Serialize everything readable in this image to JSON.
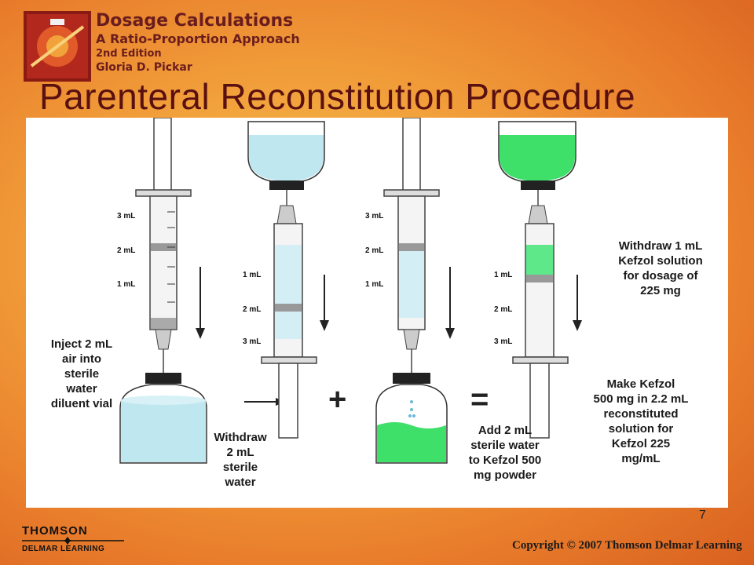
{
  "header": {
    "book_title": "Dosage Calculations",
    "book_subtitle": "A Ratio-Proportion Approach",
    "edition": "2nd Edition",
    "author": "Gloria D. Pickar"
  },
  "slide": {
    "title": "Parenteral Reconstitution Procedure",
    "page_number": "7"
  },
  "figure": {
    "step1_caption": "Inject 2 mL\nair into\nsterile\nwater\ndiluent vial",
    "step2_caption": "Withdraw\n2 mL\nsterile\nwater",
    "step3_caption": "Add 2 mL\nsterile water\nto Kefzol 500\nmg powder",
    "step4_caption": "Make Kefzol\n500 mg in 2.2 mL\nreconstituted\nsolution for\nKefzol 225\nmg/mL",
    "step5_caption": "Withdraw 1 mL\nKefzol solution\nfor dosage of\n225 mg",
    "syringe_labels": [
      "3 mL",
      "2 mL",
      "1 mL"
    ],
    "plus_sign": "+",
    "equals_sign": "=",
    "colors": {
      "water": "#bfe7f0",
      "kefzol": "#3ee06a"
    }
  },
  "footer": {
    "publisher_top": "THOMSON",
    "publisher_bottom": "DELMAR LEARNING",
    "copyright": "Copyright © 2007 Thomson Delmar Learning"
  }
}
